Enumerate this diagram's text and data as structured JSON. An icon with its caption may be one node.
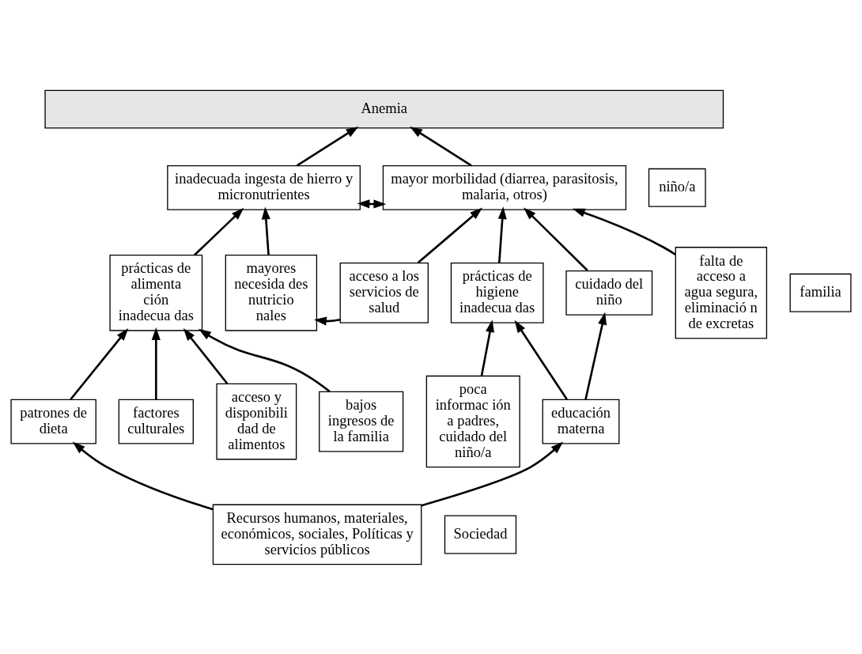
{
  "diagram": {
    "nodes": [
      {
        "text": [
          "Anemia"
        ]
      },
      {
        "text": [
          "inadecuada ingesta de hierro y micronutrientes"
        ]
      },
      {
        "text": [
          "mayor morbilidad (diarrea, parasitosis, malaria, otros)"
        ]
      },
      {
        "text": [
          "niño/a"
        ]
      },
      {
        "text": [
          "prácticas de alimenta ción inadecua das"
        ]
      },
      {
        "text": [
          "mayores necesida des nutricio nales"
        ]
      },
      {
        "text": [
          "acceso a los servicios de salud"
        ]
      },
      {
        "text": [
          "prácticas de higiene inadecua das"
        ]
      },
      {
        "text": [
          "cuidado del niño"
        ]
      },
      {
        "text": [
          "falta de acceso a agua segura, eliminació n de excretas"
        ]
      },
      {
        "text": [
          "familia"
        ]
      },
      {
        "text": [
          "patrones de dieta"
        ]
      },
      {
        "text": [
          "factores culturales"
        ]
      },
      {
        "text": [
          "acceso y disponibili dad de alimentos"
        ]
      },
      {
        "text": [
          "bajos ingresos de la familia"
        ]
      },
      {
        "text": [
          "poca informac ión a padres, cuidado del niño/a"
        ]
      },
      {
        "text": [
          "educación materna"
        ]
      },
      {
        "text": [
          "Recursos humanos, materiales, económicos, sociales, Políticas y servicios públicos"
        ]
      },
      {
        "text": [
          "Sociedad"
        ]
      }
    ],
    "edges": [
      {
        "from": 1,
        "to": 0,
        "arrow": "to"
      },
      {
        "from": 2,
        "to": 0,
        "arrow": "to"
      },
      {
        "from": 1,
        "to": 2,
        "arrow": "both"
      },
      {
        "from": 4,
        "to": 1,
        "arrow": "to"
      },
      {
        "from": 5,
        "to": 1,
        "arrow": "to"
      },
      {
        "from": 6,
        "to": 2,
        "arrow": "to"
      },
      {
        "from": 7,
        "to": 2,
        "arrow": "to"
      },
      {
        "from": 8,
        "to": 2,
        "arrow": "to"
      },
      {
        "from": 9,
        "to": 2,
        "arrow": "to"
      },
      {
        "from": 6,
        "to": 5,
        "arrow": "to"
      },
      {
        "from": 11,
        "to": 4,
        "arrow": "to"
      },
      {
        "from": 12,
        "to": 4,
        "arrow": "to"
      },
      {
        "from": 13,
        "to": 4,
        "arrow": "to"
      },
      {
        "from": 14,
        "to": 4,
        "arrow": "to"
      },
      {
        "from": 15,
        "to": 7,
        "arrow": "to"
      },
      {
        "from": 16,
        "to": 7,
        "arrow": "to"
      },
      {
        "from": 16,
        "to": 8,
        "arrow": "to"
      },
      {
        "from": 17,
        "to": 11,
        "arrow": "to"
      },
      {
        "from": 17,
        "to": 16,
        "arrow": "to"
      }
    ]
  }
}
